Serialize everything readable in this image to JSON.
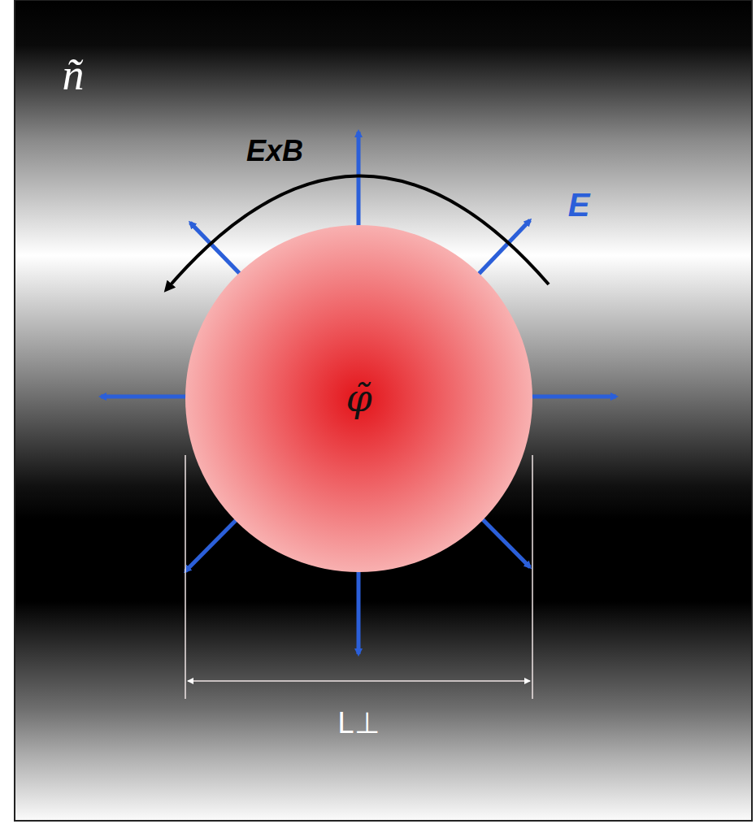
{
  "diagram": {
    "nodes": [
      {
        "text": [
          "φ̃"
        ]
      }
    ],
    "labels": [
      "ñ",
      "ExB",
      "E",
      "L⊥"
    ]
  }
}
